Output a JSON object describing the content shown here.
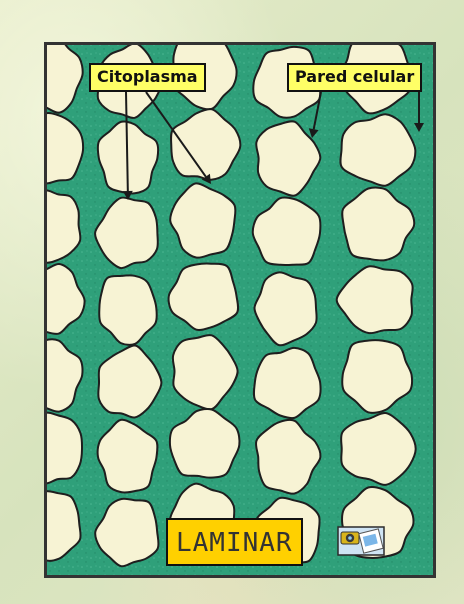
{
  "labels": {
    "citoplasma": "Citoplasma",
    "pared_celular": "Pared celular"
  },
  "button": {
    "laminar": "LAMINAR"
  },
  "icons": {
    "camera": "camera-icon"
  },
  "colors": {
    "cell_wall": "#2fa07a",
    "cytoplasm": "#f7f3d4",
    "label_fill": "#ffff66",
    "button_fill": "#ffd000",
    "frame": "#333333"
  }
}
